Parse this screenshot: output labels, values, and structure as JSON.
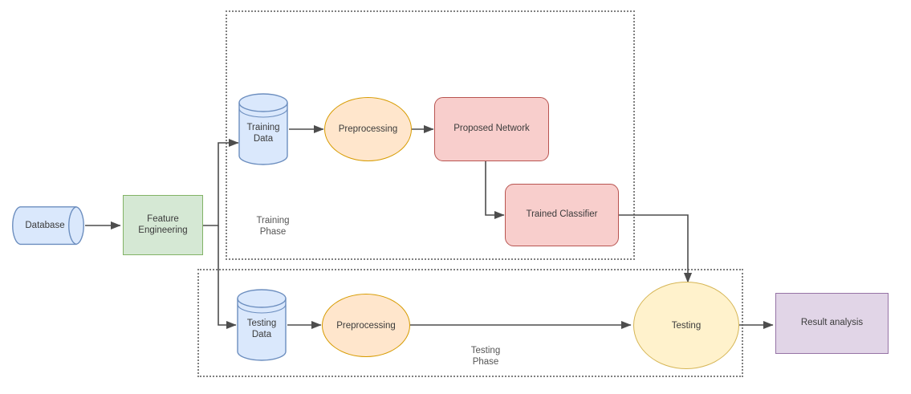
{
  "diagram": {
    "title": "Training and testing pipeline flowchart",
    "colors": {
      "blue_fill": "#dae8fc",
      "blue_stroke": "#6c8ebf",
      "green_fill": "#d5e8d4",
      "green_stroke": "#82b366",
      "orange_fill": "#ffe6cc",
      "orange_stroke": "#d79b00",
      "red_fill": "#f8cecc",
      "red_stroke": "#b85450",
      "yellow_fill": "#fff2cc",
      "yellow_stroke": "#d6b656",
      "purple_fill": "#e1d5e7",
      "purple_stroke": "#9673a6",
      "edge_stroke": "#4d4d4d",
      "phase_border": "#808080"
    },
    "phases": [
      {
        "id": "training",
        "caption": "Training\nPhase"
      },
      {
        "id": "testing",
        "caption": "Testing\nPhase"
      }
    ],
    "nodes": {
      "database": {
        "label": "Database",
        "shape": "cylinder-horizontal"
      },
      "feature_engineering": {
        "label": "Feature\nEngineering",
        "shape": "rectangle"
      },
      "training_data": {
        "label": "Training\nData",
        "shape": "cylinder-vertical"
      },
      "preprocessing_train": {
        "label": "Preprocessing",
        "shape": "ellipse"
      },
      "proposed_network": {
        "label": "Proposed Network",
        "shape": "rounded-rectangle"
      },
      "trained_classifier": {
        "label": "Trained Classifier",
        "shape": "rounded-rectangle"
      },
      "testing_data": {
        "label": "Testing\nData",
        "shape": "cylinder-vertical"
      },
      "preprocessing_test": {
        "label": "Preprocessing",
        "shape": "ellipse"
      },
      "testing": {
        "label": "Testing",
        "shape": "ellipse"
      },
      "result_analysis": {
        "label": "Result analysis",
        "shape": "rectangle"
      }
    },
    "edges": [
      {
        "from": "database",
        "to": "feature_engineering"
      },
      {
        "from": "feature_engineering",
        "to": "training_data"
      },
      {
        "from": "feature_engineering",
        "to": "testing_data"
      },
      {
        "from": "training_data",
        "to": "preprocessing_train"
      },
      {
        "from": "preprocessing_train",
        "to": "proposed_network"
      },
      {
        "from": "proposed_network",
        "to": "trained_classifier"
      },
      {
        "from": "trained_classifier",
        "to": "testing"
      },
      {
        "from": "testing_data",
        "to": "preprocessing_test"
      },
      {
        "from": "preprocessing_test",
        "to": "testing"
      },
      {
        "from": "testing",
        "to": "result_analysis"
      }
    ]
  }
}
